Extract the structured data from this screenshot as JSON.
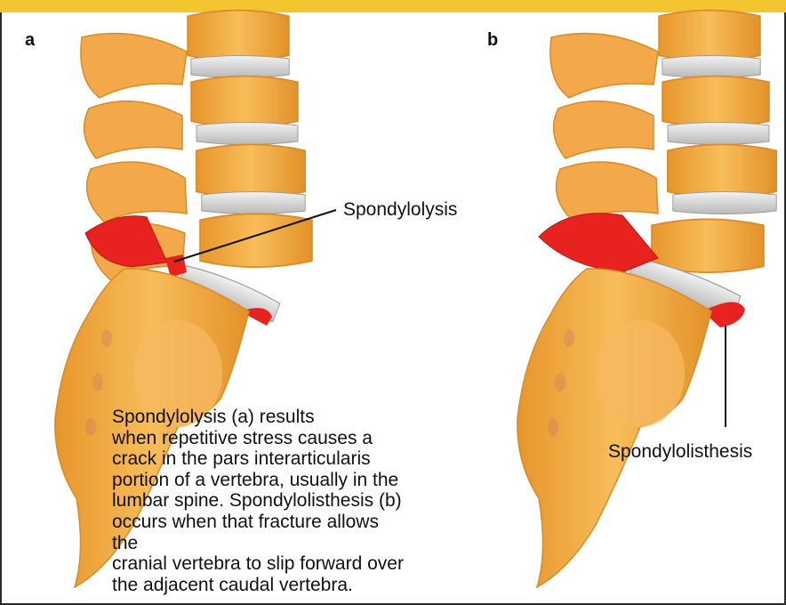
{
  "panels": {
    "a": {
      "letter": "a",
      "label": "Spondylolysis"
    },
    "b": {
      "letter": "b",
      "label": "Spondylolisthesis"
    }
  },
  "caption": "           Spondylolysis (a) results\n   when repetitive stress causes a\ncrack in the pars interarticularis\nportion of a vertebra, usually in the\nlumbar spine. Spondylolisthesis (b)\noccurs when that fracture allows the\ncranial vertebra to slip forward over\nthe adjacent caudal vertebra.",
  "colors": {
    "header_bar": "#f2c531",
    "bone": "#f5b04a",
    "bone_shade": "#dd8a22",
    "disc": "#cfcfcf",
    "fracture": "#e8231f"
  }
}
